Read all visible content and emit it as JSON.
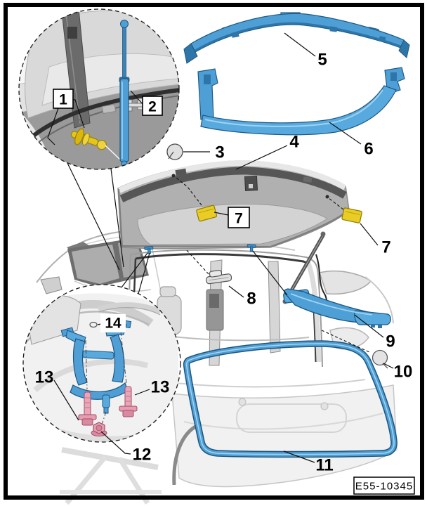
{
  "diagram": {
    "ref_code": "E55-10345"
  },
  "callouts": {
    "c1": "1",
    "c2": "2",
    "c3": "3",
    "c4": "4",
    "c5": "5",
    "c6": "6",
    "c7a": "7",
    "c7b": "7",
    "c8": "8",
    "c9": "9",
    "c10": "10",
    "c11": "11",
    "c12": "12",
    "c13a": "13",
    "c13b": "13",
    "c14": "14"
  },
  "colors": {
    "part_blue": "#4f9fd6",
    "part_blue_dark": "#1d567f",
    "clip_yellow": "#e6c51a",
    "fastener_pink": "#e79cb0",
    "body_gray": "#c9c9c9"
  }
}
